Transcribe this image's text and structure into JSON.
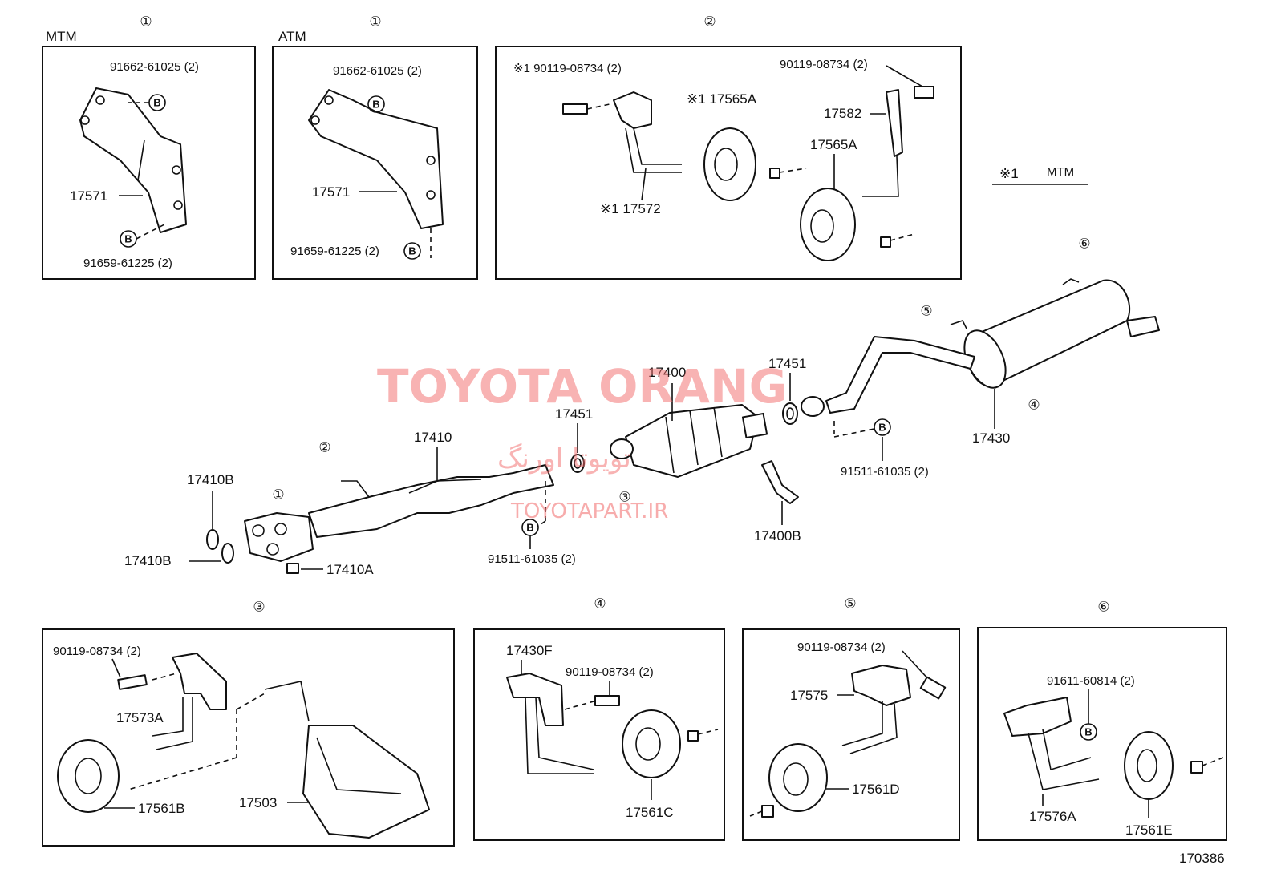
{
  "callout_symbols": {
    "one": "①",
    "two": "②",
    "three": "③",
    "four": "④",
    "five": "⑤",
    "six": "⑥"
  },
  "fastener_marker": "B",
  "panel1_mtm": {
    "variant": "MTM",
    "bolt_top": "91662-61025 (2)",
    "bracket": "17571",
    "bolt_bottom": "91659-61225 (2)"
  },
  "panel1_atm": {
    "variant": "ATM",
    "bolt_top": "91662-61025 (2)",
    "bracket": "17571",
    "bolt_bottom": "91659-61225 (2)"
  },
  "panel2": {
    "bolt_left": "※1 90119-08734 (2)",
    "bolt_right": "90119-08734 (2)",
    "hanger_mtm": "※1 17565A",
    "bracket_left": "※1 17572",
    "hanger": "17565A",
    "bracket_right": "17582"
  },
  "legend": {
    "mark": "※1",
    "text": "MTM"
  },
  "main": {
    "front_pipe": "17410",
    "gasket_b_top": "17410B",
    "gasket_b_bottom": "17410B",
    "nut": "17410A",
    "gasket_mid": "17451",
    "bolt_mid": "91511-61035 (2)",
    "converter": "17400",
    "gasket_right": "17451",
    "insulator_bracket": "17400B",
    "bolt_right": "91511-61035 (2)",
    "tail_pipe": "17430"
  },
  "panel3": {
    "bolt": "90119-08734 (2)",
    "bracket": "17573A",
    "hanger": "17561B",
    "support": "17503"
  },
  "panel4": {
    "bracket": "17430F",
    "bolt": "90119-08734 (2)",
    "hanger": "17561C"
  },
  "panel5": {
    "bolt": "90119-08734 (2)",
    "bracket": "17575",
    "hanger": "17561D"
  },
  "panel6": {
    "bolt": "91611-60814 (2)",
    "bracket": "17576A",
    "hanger": "17561E"
  },
  "diagram_number": "170386",
  "watermark": {
    "title": "TOYOTA ORANG",
    "site": "TOYOTAPART.IR",
    "farsi": "تویوتا اورنگ"
  }
}
